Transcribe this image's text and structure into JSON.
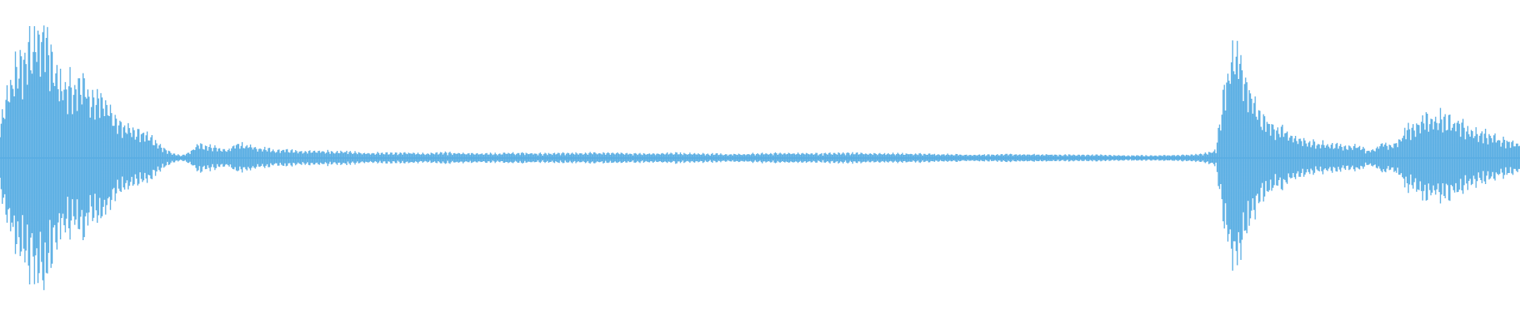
{
  "waveform": {
    "color": "#5aaee3",
    "background": "#ffffff",
    "envelope": [
      [
        0.0,
        0.28
      ],
      [
        0.004,
        0.5
      ],
      [
        0.008,
        0.62
      ],
      [
        0.012,
        0.78
      ],
      [
        0.016,
        0.88
      ],
      [
        0.02,
        0.92
      ],
      [
        0.024,
        0.97
      ],
      [
        0.028,
        1.0
      ],
      [
        0.032,
        0.94
      ],
      [
        0.036,
        0.78
      ],
      [
        0.04,
        0.6
      ],
      [
        0.045,
        0.62
      ],
      [
        0.05,
        0.58
      ],
      [
        0.055,
        0.66
      ],
      [
        0.06,
        0.52
      ],
      [
        0.065,
        0.48
      ],
      [
        0.07,
        0.42
      ],
      [
        0.075,
        0.33
      ],
      [
        0.08,
        0.28
      ],
      [
        0.085,
        0.24
      ],
      [
        0.09,
        0.22
      ],
      [
        0.095,
        0.2
      ],
      [
        0.1,
        0.16
      ],
      [
        0.105,
        0.1
      ],
      [
        0.11,
        0.06
      ],
      [
        0.115,
        0.03
      ],
      [
        0.12,
        0.02
      ],
      [
        0.125,
        0.05
      ],
      [
        0.13,
        0.11
      ],
      [
        0.135,
        0.09
      ],
      [
        0.14,
        0.1
      ],
      [
        0.145,
        0.08
      ],
      [
        0.15,
        0.06
      ],
      [
        0.155,
        0.12
      ],
      [
        0.16,
        0.11
      ],
      [
        0.165,
        0.09
      ],
      [
        0.17,
        0.08
      ],
      [
        0.175,
        0.08
      ],
      [
        0.18,
        0.06
      ],
      [
        0.185,
        0.07
      ],
      [
        0.19,
        0.06
      ],
      [
        0.2,
        0.05
      ],
      [
        0.21,
        0.06
      ],
      [
        0.22,
        0.05
      ],
      [
        0.23,
        0.05
      ],
      [
        0.24,
        0.04
      ],
      [
        0.25,
        0.04
      ],
      [
        0.26,
        0.04
      ],
      [
        0.27,
        0.04
      ],
      [
        0.28,
        0.035
      ],
      [
        0.29,
        0.045
      ],
      [
        0.3,
        0.04
      ],
      [
        0.32,
        0.035
      ],
      [
        0.34,
        0.04
      ],
      [
        0.36,
        0.035
      ],
      [
        0.38,
        0.04
      ],
      [
        0.4,
        0.04
      ],
      [
        0.42,
        0.035
      ],
      [
        0.44,
        0.04
      ],
      [
        0.46,
        0.035
      ],
      [
        0.48,
        0.03
      ],
      [
        0.5,
        0.035
      ],
      [
        0.52,
        0.04
      ],
      [
        0.54,
        0.035
      ],
      [
        0.56,
        0.04
      ],
      [
        0.58,
        0.035
      ],
      [
        0.6,
        0.035
      ],
      [
        0.62,
        0.03
      ],
      [
        0.64,
        0.025
      ],
      [
        0.66,
        0.03
      ],
      [
        0.68,
        0.03
      ],
      [
        0.7,
        0.025
      ],
      [
        0.72,
        0.025
      ],
      [
        0.74,
        0.02
      ],
      [
        0.76,
        0.02
      ],
      [
        0.78,
        0.025
      ],
      [
        0.79,
        0.03
      ],
      [
        0.8,
        0.06
      ],
      [
        0.803,
        0.35
      ],
      [
        0.806,
        0.6
      ],
      [
        0.81,
        0.82
      ],
      [
        0.814,
        0.9
      ],
      [
        0.818,
        0.75
      ],
      [
        0.822,
        0.55
      ],
      [
        0.826,
        0.4
      ],
      [
        0.83,
        0.32
      ],
      [
        0.835,
        0.28
      ],
      [
        0.84,
        0.25
      ],
      [
        0.845,
        0.22
      ],
      [
        0.85,
        0.18
      ],
      [
        0.855,
        0.15
      ],
      [
        0.86,
        0.13
      ],
      [
        0.865,
        0.12
      ],
      [
        0.87,
        0.12
      ],
      [
        0.875,
        0.1
      ],
      [
        0.88,
        0.11
      ],
      [
        0.885,
        0.09
      ],
      [
        0.89,
        0.1
      ],
      [
        0.895,
        0.09
      ],
      [
        0.9,
        0.06
      ],
      [
        0.905,
        0.08
      ],
      [
        0.91,
        0.12
      ],
      [
        0.915,
        0.1
      ],
      [
        0.92,
        0.14
      ],
      [
        0.925,
        0.22
      ],
      [
        0.93,
        0.26
      ],
      [
        0.935,
        0.3
      ],
      [
        0.94,
        0.33
      ],
      [
        0.945,
        0.34
      ],
      [
        0.95,
        0.32
      ],
      [
        0.955,
        0.3
      ],
      [
        0.96,
        0.28
      ],
      [
        0.965,
        0.24
      ],
      [
        0.97,
        0.22
      ],
      [
        0.975,
        0.2
      ],
      [
        0.98,
        0.18
      ],
      [
        0.985,
        0.16
      ],
      [
        0.99,
        0.14
      ],
      [
        0.995,
        0.12
      ],
      [
        1.0,
        0.12
      ]
    ]
  }
}
